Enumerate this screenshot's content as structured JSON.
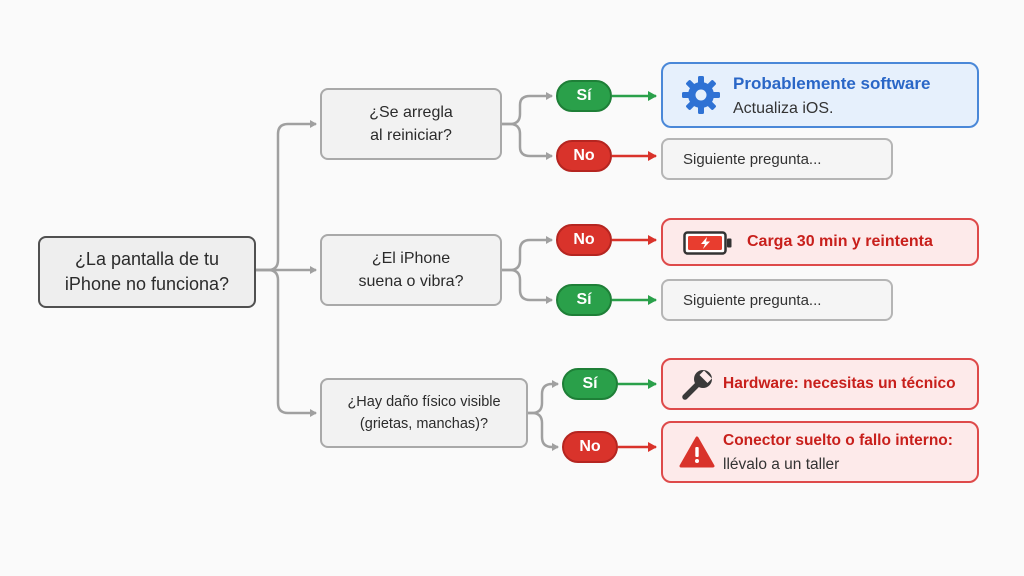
{
  "root": {
    "line1": "¿La pantalla de tu",
    "line2": "iPhone no funciona?"
  },
  "questions": [
    {
      "line1": "¿Se arregla",
      "line2": "al reiniciar?"
    },
    {
      "line1": "¿El iPhone",
      "line2": "suena o vibra?"
    },
    {
      "line1": "¿Hay daño físico visible",
      "line2": "(grietas, manchas)?"
    }
  ],
  "answers": {
    "yes": "Sí",
    "no": "No"
  },
  "results": {
    "software": {
      "title": "Probablemente software",
      "subtitle": "Actualiza iOS.",
      "icon": "gear-icon"
    },
    "next1": {
      "text": "Siguiente pregunta..."
    },
    "charge": {
      "text": "Carga 30 min y reintenta",
      "icon": "battery-low-icon"
    },
    "next2": {
      "text": "Siguiente pregunta..."
    },
    "hardware": {
      "text": "Hardware: necesitas un técnico",
      "icon": "wrench-icon"
    },
    "connector": {
      "line1": "Conector suelto o fallo interno:",
      "line2": "llévalo a un taller",
      "icon": "warning-icon"
    }
  },
  "colors": {
    "yes": "#2aa04a",
    "no": "#d9332b",
    "connector": "#a0a0a0",
    "info_border": "#4a88d8",
    "info_bg": "#e6f0fc",
    "alert_border": "#de4a4a",
    "alert_bg": "#fdeaea"
  }
}
